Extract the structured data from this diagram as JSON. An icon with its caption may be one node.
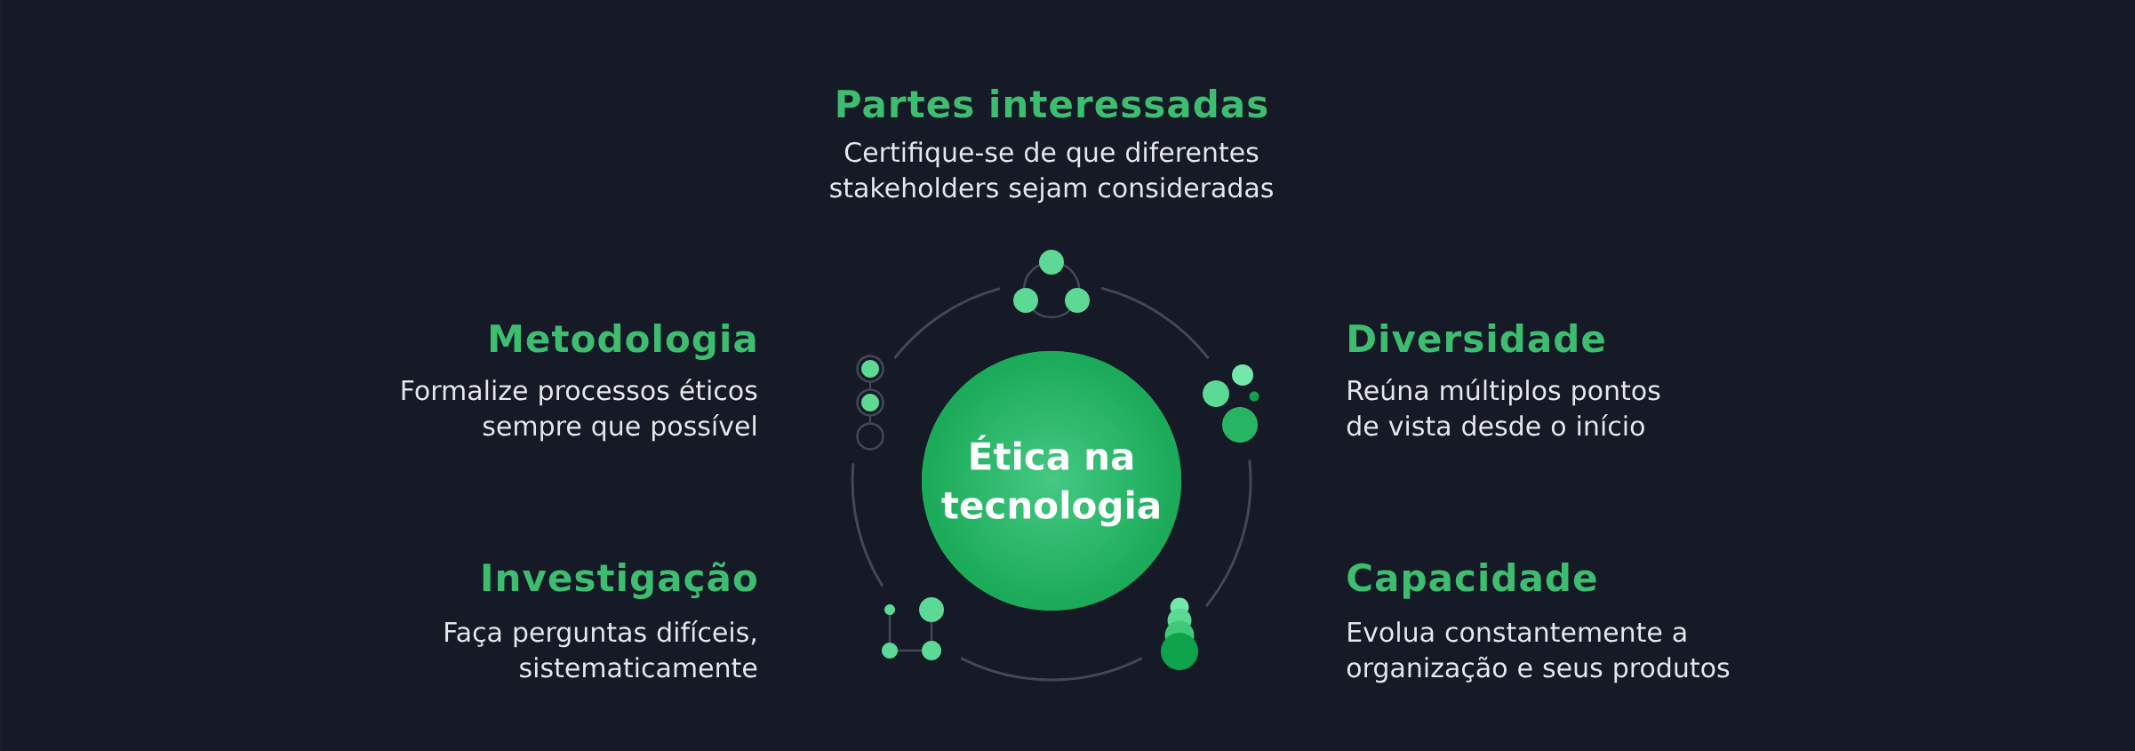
{
  "diagram": {
    "nodes": [
      {
        "text": [
          "Ética na tecnologia"
        ]
      }
    ],
    "labels": [
      "Partes interessadas",
      "Certifique-se de que diferentes stakeholders sejam consideradas",
      "Metodologia",
      "Formalize processos éticos sempre que possível",
      "Diversidade",
      "Reúna múltiplos pontos de vista desde o início",
      "Investigação",
      "Faça perguntas difíceis, sistematicamente",
      "Capacidade",
      "Evolua constantemente a organização e seus produtos"
    ]
  }
}
